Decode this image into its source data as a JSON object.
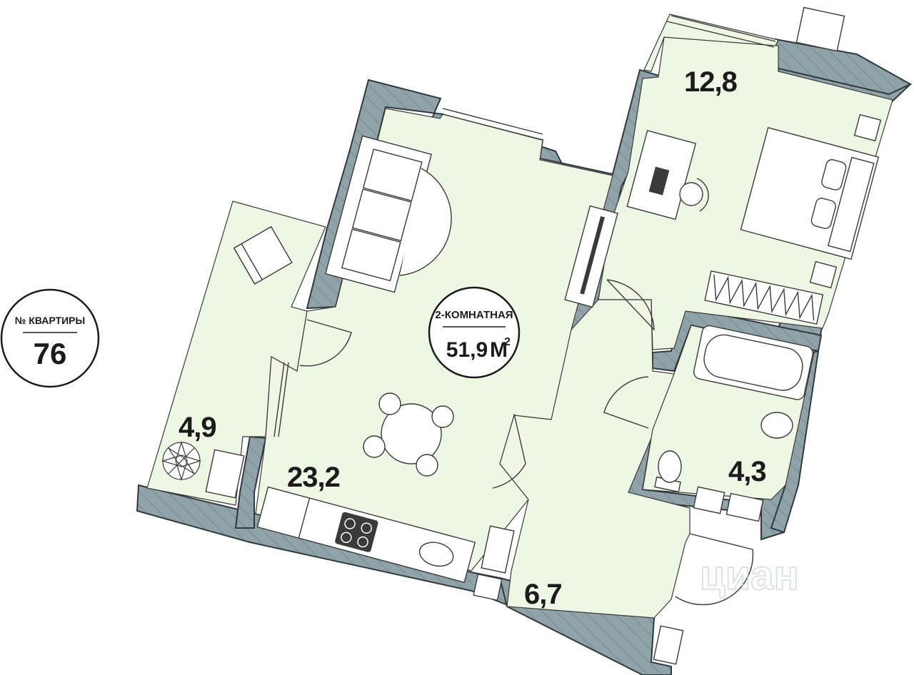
{
  "apartment_badge": {
    "caption": "№ КВАРТИРЫ",
    "number": "76"
  },
  "center_badge": {
    "type": "2-КОМНАТНАЯ",
    "area_value": "51,9",
    "area_unit": "М",
    "area_unit_sup": "2"
  },
  "rooms": [
    {
      "id": "balcony",
      "area": "4,9"
    },
    {
      "id": "living-kitchen",
      "area": "23,2"
    },
    {
      "id": "bedroom",
      "area": "12,8"
    },
    {
      "id": "hallway",
      "area": "6,7"
    },
    {
      "id": "bathroom",
      "area": "4,3"
    }
  ],
  "watermark": "циан",
  "colors": {
    "floor": "#eef7e4",
    "wall": "#8fa3a8",
    "wall_stroke": "#2f3a3d",
    "badge_stroke": "#1b1b1b"
  }
}
